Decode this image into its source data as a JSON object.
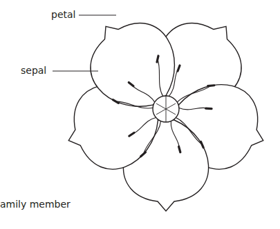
{
  "diagram": {
    "labels": [
      "petal",
      "sepal",
      "amily member"
    ]
  }
}
